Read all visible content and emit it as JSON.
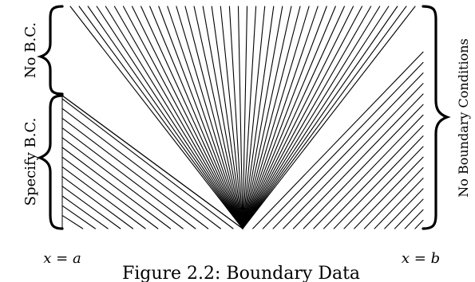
{
  "figure": {
    "caption": "Figure 2.2: Boundary Data",
    "left_axis_label": "x = a",
    "right_axis_label": "x = b",
    "brace_labels": {
      "left_top": "No B.C.",
      "left_bottom": "Specify B.C.",
      "right": "No Boundary Conditions"
    },
    "line_color": "#000000",
    "background": "#ffffff"
  }
}
